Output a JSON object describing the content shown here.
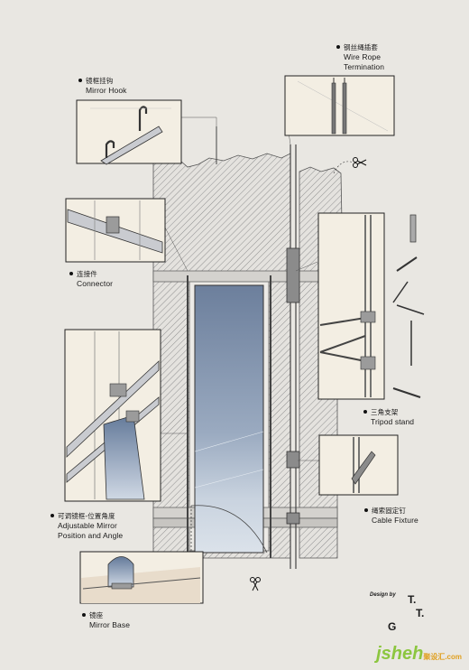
{
  "labels": {
    "wire_rope": {
      "cn": "钢丝绳插套",
      "en1": "Wire Rope",
      "en2": "Termination"
    },
    "mirror_hook": {
      "cn": "镜框挂钩",
      "en1": "Mirror Hook"
    },
    "connector": {
      "cn": "连接件",
      "en1": "Connector"
    },
    "tripod": {
      "cn": "三角支架",
      "en1": "Tripod stand"
    },
    "adjustable": {
      "cn": "可调镜框-位置角度",
      "en1": "Adjustable Mirror",
      "en2": "Position and Angle"
    },
    "cable_fixture": {
      "cn": "绳索固定钉",
      "en1": "Cable Fixture"
    },
    "mirror_base": {
      "cn": "镜座",
      "en1": "Mirror Base"
    }
  },
  "credits": {
    "design_by": "Design by",
    "t1": "T.",
    "t2": "T.",
    "g": "G"
  },
  "watermark": {
    "main": "jsheh",
    "cn": "聚设汇",
    "dot_com": ".com"
  },
  "colors": {
    "background": "#e9e7e2",
    "panel": "#f2ede3",
    "mirror": "#7f93b0",
    "line": "#2a2a2a",
    "hatch": "#9a9a9a"
  }
}
